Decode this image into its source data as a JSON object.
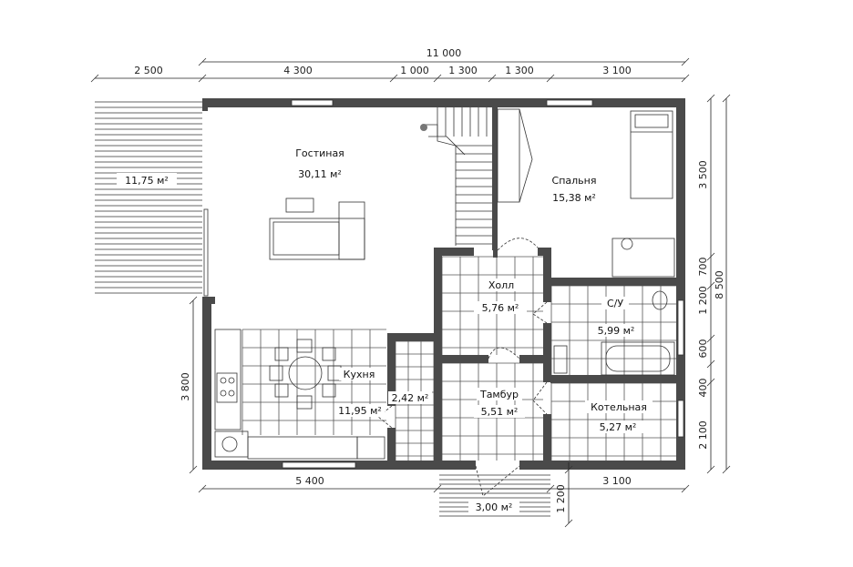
{
  "dimensions": {
    "top_total": "11 000",
    "top_segments": [
      "2 500",
      "4 300",
      "1 000",
      "1 300",
      "1 300",
      "3 100"
    ],
    "right_total": "8 500",
    "right_segments": [
      "3 500",
      "700",
      "1 200",
      "600",
      "400",
      "2 100"
    ],
    "left_segment": "3 800",
    "bottom_segments": [
      "5 400",
      "3 100"
    ],
    "porch_depth": "1 200"
  },
  "rooms": {
    "terrace": {
      "name": "",
      "area": "11,75 м²"
    },
    "living": {
      "name": "Гостиная",
      "area": "30,11 м²"
    },
    "bedroom": {
      "name": "Спальня",
      "area": "15,38 м²"
    },
    "hall": {
      "name": "Холл",
      "area": "5,76 м²"
    },
    "bathroom": {
      "name": "С/У",
      "area": "5,99 м²"
    },
    "kitchen": {
      "name": "Кухня",
      "area": "11,95 м²"
    },
    "pantry": {
      "name": "",
      "area": "2,42 м²"
    },
    "vestibule": {
      "name": "Тамбур",
      "area": "5,51 м²"
    },
    "boiler": {
      "name": "Котельная",
      "area": "5,27 м²"
    },
    "porch": {
      "name": "",
      "area": "3,00 м²"
    }
  }
}
